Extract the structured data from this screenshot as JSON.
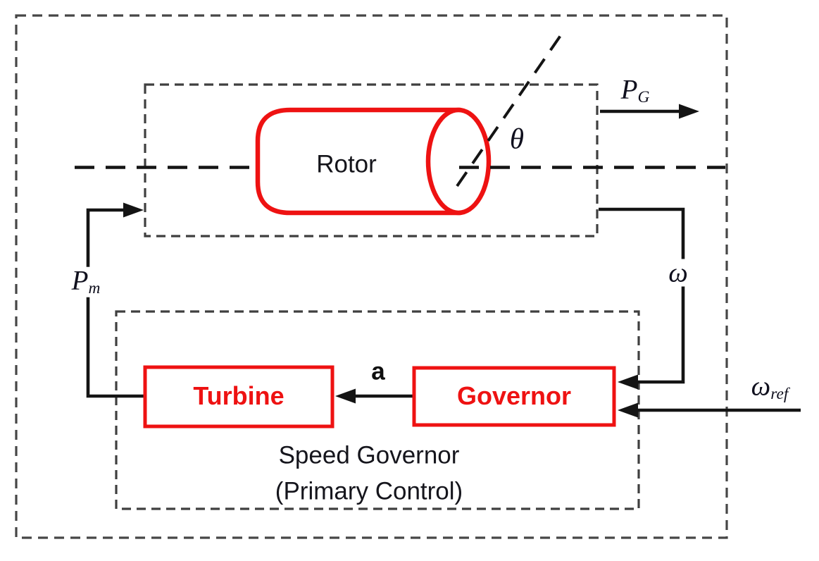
{
  "colors": {
    "accent_red": "#ee1212",
    "line_black": "#141414",
    "dash_gray": "#464646",
    "caption_dark": "#15151c",
    "background": "#ffffff"
  },
  "blocks": {
    "rotor": {
      "label": "Rotor"
    },
    "turbine": {
      "label": "Turbine"
    },
    "governor": {
      "label": "Governor"
    }
  },
  "captions": {
    "speed_governor_line1": "Speed Governor",
    "speed_governor_line2": "(Primary Control)"
  },
  "signals": {
    "pg": {
      "main": "P",
      "sub": "G"
    },
    "pm": {
      "main": "P",
      "sub": "m"
    },
    "omega": {
      "main": "ω"
    },
    "omega_ref": {
      "main": "ω",
      "sub": "ref"
    },
    "theta": {
      "main": "θ"
    },
    "a": {
      "main": "a"
    }
  }
}
